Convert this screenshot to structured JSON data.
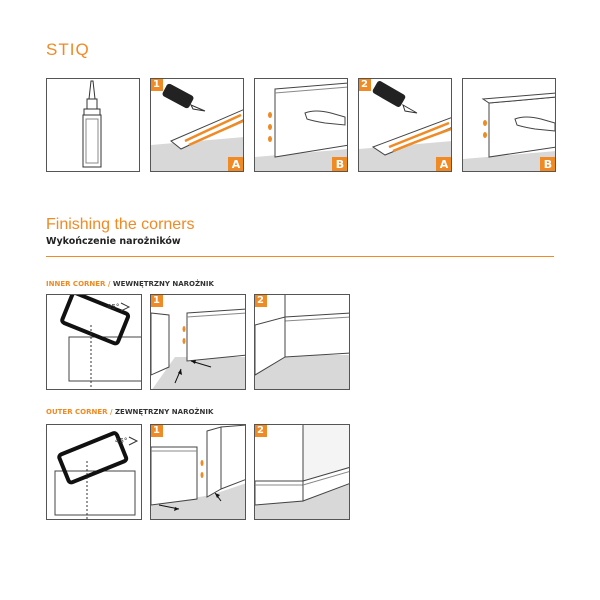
{
  "brand": {
    "title": "STIQ",
    "accent": "#f08a24"
  },
  "row1": {
    "steps": [
      {
        "num": "",
        "letter": ""
      },
      {
        "num": "1",
        "letter": "A"
      },
      {
        "num": "",
        "letter": "B"
      },
      {
        "num": "2",
        "letter": "A"
      },
      {
        "num": "",
        "letter": "B"
      }
    ]
  },
  "section": {
    "title": "Finishing the corners",
    "subtitle": "Wykończenie narożników"
  },
  "inner": {
    "label_en": "INNER CORNER /",
    "label_pl": " WEWNĘTRZNY NAROŻNIK",
    "angle": "45°",
    "step1": "1",
    "step2": "2"
  },
  "outer": {
    "label_en": "OUTER CORNER /",
    "label_pl": " ZEWNĘTRZNY NAROŻNIK",
    "angle": "45°",
    "step1": "1",
    "step2": "2"
  }
}
